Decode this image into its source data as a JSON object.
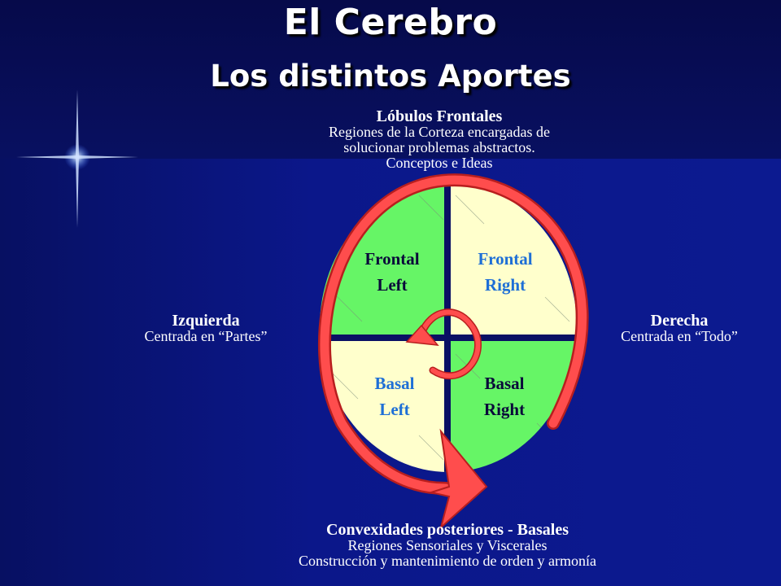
{
  "title": "El Cerebro",
  "subtitle": "Los distintos Aportes",
  "frontal": {
    "heading": "Lóbulos Frontales",
    "lines": [
      "Regiones de la Corteza encargadas de",
      "solucionar problemas abstractos.",
      "Conceptos e Ideas"
    ]
  },
  "left": {
    "heading": "Izquierda",
    "line": "Centrada en “Partes”"
  },
  "right": {
    "heading": "Derecha",
    "line": "Centrada en “Todo”"
  },
  "basal": {
    "heading": "Convexidades posteriores - Basales",
    "lines": [
      "Regiones Sensoriales y Viscerales",
      "Construcción y mantenimiento de orden y armonía"
    ]
  },
  "quadrants": {
    "frontal_left": [
      "Frontal",
      "Left"
    ],
    "frontal_right": [
      "Frontal",
      "Right"
    ],
    "basal_left": [
      "Basal",
      "Left"
    ],
    "basal_right": [
      "Basal",
      "Right"
    ]
  },
  "colors": {
    "green": "#66f566",
    "cream": "#ffffcc",
    "arrow": "#ff4d4d",
    "arrow_edge": "#b81e1e",
    "divider": "#0a1064"
  }
}
